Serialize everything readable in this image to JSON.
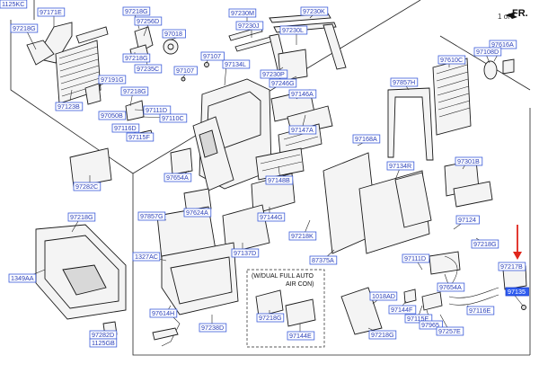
{
  "pager": {
    "text": "1 of"
  },
  "direction": {
    "text": "FR."
  },
  "note": {
    "line1": "(W/DUAL FULL AUTO",
    "line2": "AIR CON)"
  },
  "colors": {
    "label_border": "#3a5bd9",
    "label_text": "#2a3fb8",
    "selected_fill": "#2f5cf0",
    "arrow": "#e0251b"
  },
  "selected_part": "97135",
  "labels": [
    "97171E",
    "97218G",
    "97218G",
    "97256D",
    "97018",
    "97107",
    "97107",
    "97134L",
    "97218G",
    "97235C",
    "97191G",
    "97218G",
    "97123B",
    "97050B",
    "97111D",
    "97110C",
    "97116D",
    "97115F",
    "97230M",
    "97230K",
    "97230J",
    "97230L",
    "97230P",
    "97246G",
    "97146A",
    "97147A",
    "97168A",
    "97857H",
    "97610C",
    "97616A",
    "97108D",
    "97282C",
    "97654A",
    "97148B",
    "97301B",
    "97134R",
    "97218G",
    "97857G",
    "97624A",
    "97144G",
    "97218K",
    "97124",
    "97218G",
    "1327AC",
    "97137D",
    "87375A",
    "97111D",
    "1349AA",
    "1018AD",
    "97654A",
    "97217B",
    "97135",
    "97614H",
    "97238D",
    "97218G",
    "97144E",
    "97144F",
    "97115E",
    "97116E",
    "97965",
    "97257E",
    "97218G",
    "97282D",
    "1125GB",
    "1125KC"
  ]
}
